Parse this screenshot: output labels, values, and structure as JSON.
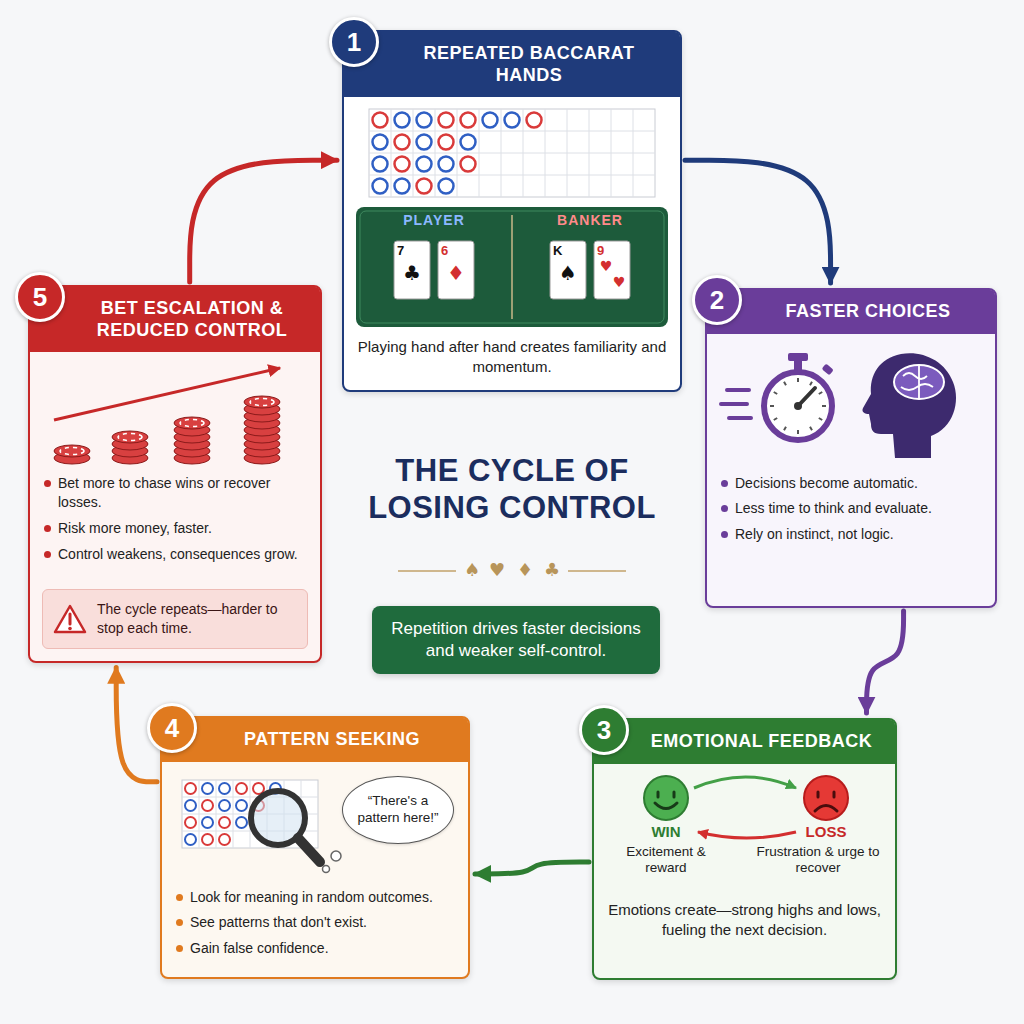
{
  "diagram": {
    "title": "THE CYCLE OF LOSING CONTROL",
    "nodes": [
      {
        "text": [
          "1",
          "REPEATED BACCARAT HANDS",
          "Playing hand after hand creates familiarity and momentum."
        ]
      },
      {
        "text": [
          "2",
          "FASTER CHOICES",
          "Decisions become automatic.",
          "Less time to think and evaluate.",
          "Rely on instinct, not logic."
        ]
      },
      {
        "text": [
          "3",
          "EMOTIONAL FEEDBACK",
          "WIN",
          "Excitement & reward",
          "LOSS",
          "Frustration & urge to recover",
          "Emotions create—strong highs and lows, fueling the next decision."
        ]
      },
      {
        "text": [
          "4",
          "PATTERN SEEKING",
          "Look for meaning in random outcomes.",
          "See patterns that don't exist.",
          "Gain false confidence."
        ]
      },
      {
        "text": [
          "“There's a pattern here!”"
        ],
        "in": 3
      },
      {
        "text": [
          "5",
          "BET ESCALATION & REDUCED CONTROL",
          "Bet more to chase wins or recover losses.",
          "Risk more money, faster.",
          "Control weakens, consequences grow."
        ]
      },
      {
        "text": [
          "The cycle repeats—harder to stop each time."
        ],
        "in": 5
      },
      {
        "text": [
          "Repetition drives faster decisions and weaker self-control."
        ]
      }
    ],
    "edges": [
      {
        "from": 0,
        "to": 1,
        "arrow": "to"
      },
      {
        "from": 1,
        "to": 2,
        "arrow": "to"
      },
      {
        "from": 2,
        "to": 3,
        "arrow": "to"
      },
      {
        "from": 3,
        "to": 5,
        "arrow": "to"
      },
      {
        "from": 5,
        "to": 0,
        "arrow": "to"
      }
    ],
    "labels": [
      "PLAYER",
      "BANKER",
      "7",
      "♣",
      "6",
      "♦",
      "K",
      "♠",
      "9",
      "♥",
      "♥",
      "♠",
      "♥",
      "♦",
      "♣"
    ]
  }
}
